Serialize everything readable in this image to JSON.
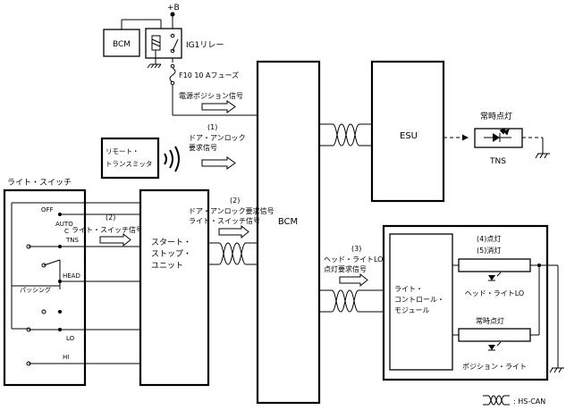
{
  "power": {
    "label": "+B"
  },
  "relay": {
    "bcm_label": "BCM",
    "name": "IG1リレー"
  },
  "fuse": {
    "label": "F10 10 Aフューズ"
  },
  "signals": {
    "power_position": "電源ポジション信号",
    "door_unlock_num": "(1)",
    "door_unlock_l1": "ドア・アンロック",
    "door_unlock_l2": "要求信号",
    "sig2_num": "(2)",
    "sig2_l1": "ドア・アンロック要求信号",
    "sig2_l2": "ライト・スイッチ信号",
    "sig2b_num": "(2)",
    "sig2b_l1": "ライト・スイッチ信号",
    "sig3_num": "(3)",
    "sig3_l1": "ヘッド・ライトLO",
    "sig3_l2": "点灯要求信号"
  },
  "remote": {
    "l1": "リモート・",
    "l2": "トランスミッタ"
  },
  "light_switch": {
    "title": "ライト・スイッチ",
    "positions": [
      "OFF",
      "AUTO",
      "C",
      "TNS",
      "HEAD",
      "パッシング",
      "LO",
      "HI"
    ]
  },
  "start_stop": {
    "l1": "スタート・",
    "l2": "ストップ・",
    "l3": "ユニット"
  },
  "bcm_main": {
    "label": "BCM"
  },
  "esu": {
    "label": "ESU"
  },
  "tns": {
    "title": "常時点灯",
    "label": "TNS"
  },
  "light_control": {
    "l1": "ライト・",
    "l2": "コントロール・",
    "l3": "モジュール",
    "state_on": "(4)点灯",
    "state_off": "(5)消灯",
    "headlight_lo": "ヘッド・ライトLO",
    "always_on": "常時点灯",
    "position_light": "ポジション・ライト"
  },
  "legend": {
    "label": ": HS-CAN"
  }
}
